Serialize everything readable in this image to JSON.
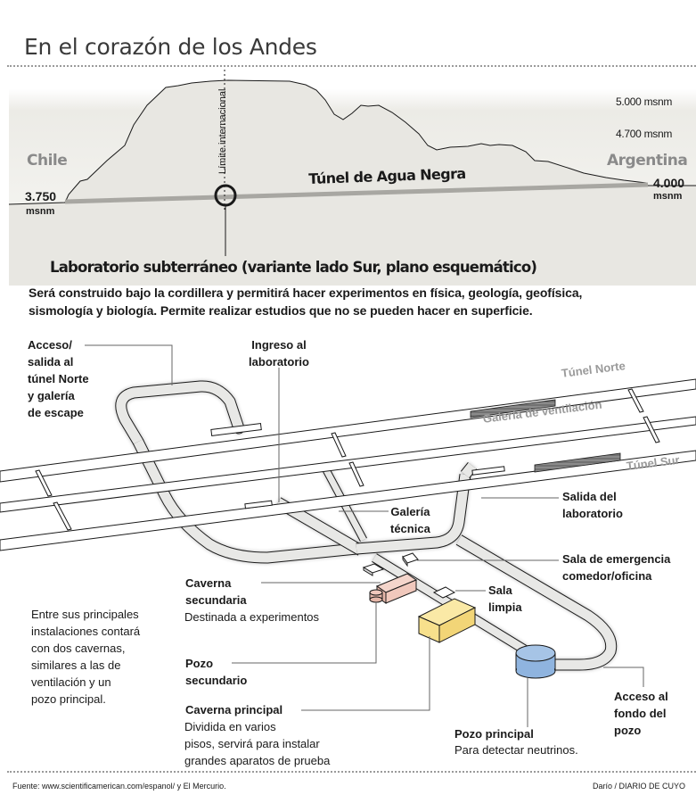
{
  "title": "En el corazón de los Andes",
  "profile": {
    "country_left": "Chile",
    "country_right": "Argentina",
    "elevation_left": "3.750",
    "elevation_left_unit": "msnm",
    "elevation_right": "4.000",
    "elevation_right_unit": "msnm",
    "reference_levels": [
      {
        "label": "5.000 msnm"
      },
      {
        "label": "4.700 msnm"
      }
    ],
    "border_label": "Límite internacional",
    "tunnel_label": "Túnel de Agua Negra"
  },
  "lab": {
    "title": "Laboratorio subterráneo (variante lado Sur, plano esquemático)",
    "description_line1": "Será construido bajo la cordillera y  permitirá hacer experimentos en física,  geología, geofísica,",
    "description_line2": "sismología y biología. Permite realizar estudios que no se pueden hacer en superficie."
  },
  "plan": {
    "tunnels": {
      "north": "Túnel Norte",
      "ventilation": "Galería de ventilación",
      "south": "Túnel Sur"
    },
    "callouts": {
      "access_north": [
        "Acceso/",
        "salida al",
        "túnel Norte",
        "y galería",
        "de escape"
      ],
      "lab_entry": [
        "Ingreso al",
        "laboratorio"
      ],
      "technical_gallery": [
        "Galería",
        "técnica"
      ],
      "lab_exit": [
        "Salida del",
        "laboratorio"
      ],
      "emergency_room": [
        "Sala de emergencia",
        "comedor/oficina"
      ],
      "secondary_cavern": [
        "Caverna",
        "secundaria"
      ],
      "secondary_cavern_desc": "Destinada a experimentos",
      "clean_room": [
        "Sala",
        "limpia"
      ],
      "secondary_shaft": [
        "Pozo",
        "secundario"
      ],
      "main_cavern": "Caverna principal",
      "main_cavern_desc": [
        "Dividida en varios",
        "pisos, servirá para instalar",
        "grandes aparatos de prueba"
      ],
      "main_shaft": "Pozo principal",
      "main_shaft_desc": "Para detectar neutrinos.",
      "shaft_bottom_access": [
        "Acceso al",
        "fondo del",
        "pozo"
      ]
    },
    "side_note": [
      "Entre sus principales",
      "instalaciones contará",
      "con dos cavernas,",
      "similares a las de",
      "ventilación y un",
      "pozo principal."
    ],
    "colors": {
      "secondary_cavern": "#f0c8bc",
      "main_cavern": "#f7e08c",
      "main_shaft": "#8fb4df",
      "gallery_fill": "#e8e8e6",
      "tunnel_fill": "#ffffff",
      "profile_fill": "#e8e7e2",
      "tunnel_line": "#a8a7a2"
    }
  },
  "footer": {
    "source": "Fuente: www.scientificamerican.com/espanol/ y El Mercurio.",
    "credit": "Darío / DIARIO DE CUYO"
  }
}
